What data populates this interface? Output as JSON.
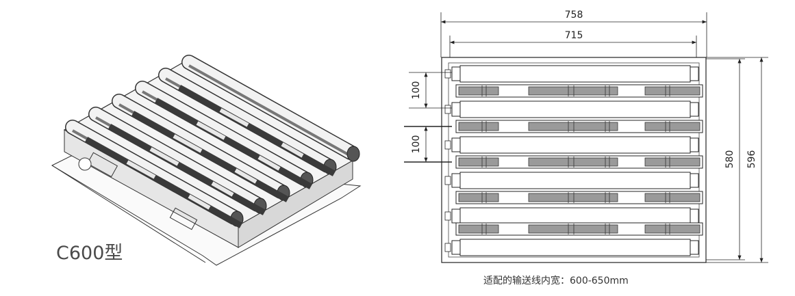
{
  "model_label": "C600型",
  "caption": "适配的输送线内宽：600-650mm",
  "dimensions": {
    "overall_width": "758",
    "inner_width": "715",
    "overall_depth": "596",
    "inner_depth": "580",
    "pitch_top": "100",
    "pitch_middle": "100"
  },
  "roller_count": 6,
  "belt_rows": 5
}
